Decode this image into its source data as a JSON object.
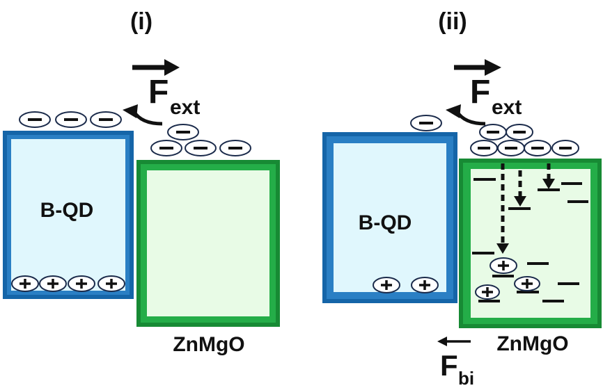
{
  "panels": [
    {
      "label": "(i)",
      "qd_label": "B-QD",
      "zno_label": "ZnMgO",
      "field_ext": {
        "symbol": "F",
        "subscript": "ext"
      },
      "minus_sign": "−",
      "plus_sign": "+"
    },
    {
      "label": "(ii)",
      "qd_label": "B-QD",
      "zno_label": "ZnMgO",
      "field_ext": {
        "symbol": "F",
        "subscript": "ext"
      },
      "field_bi": {
        "symbol": "F",
        "subscript": "bi"
      },
      "minus_sign": "−",
      "plus_sign": "+"
    }
  ],
  "colors": {
    "qd_border": "#1565a8",
    "qd_fill": "#e0f7fd",
    "zno_border": "#1f9a3e",
    "zno_fill": "#e8fbe6",
    "ink": "#111111",
    "charge_outline": "#1a2a4a"
  }
}
